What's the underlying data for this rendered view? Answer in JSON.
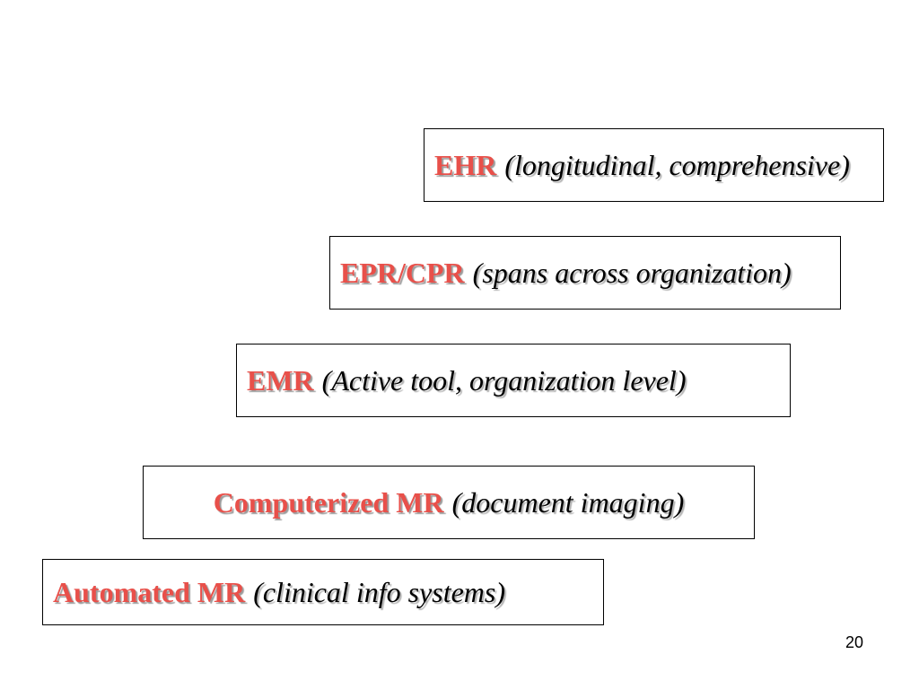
{
  "slide": {
    "levels": [
      {
        "id": "ehr",
        "term": "EHR",
        "description": "(longitudinal, comprehensive)"
      },
      {
        "id": "epr",
        "term": "EPR/CPR",
        "description": "(spans across organization)"
      },
      {
        "id": "emr",
        "term": "EMR",
        "description": "(Active tool, organization level)"
      },
      {
        "id": "cmr",
        "term": "Computerized MR",
        "description": "(document imaging)"
      },
      {
        "id": "amr",
        "term": "Automated MR",
        "description": "(clinical info systems)"
      }
    ],
    "page_number": "20"
  },
  "colors": {
    "term": "#e8504a",
    "description": "#000000",
    "border": "#000000",
    "background": "#ffffff"
  }
}
